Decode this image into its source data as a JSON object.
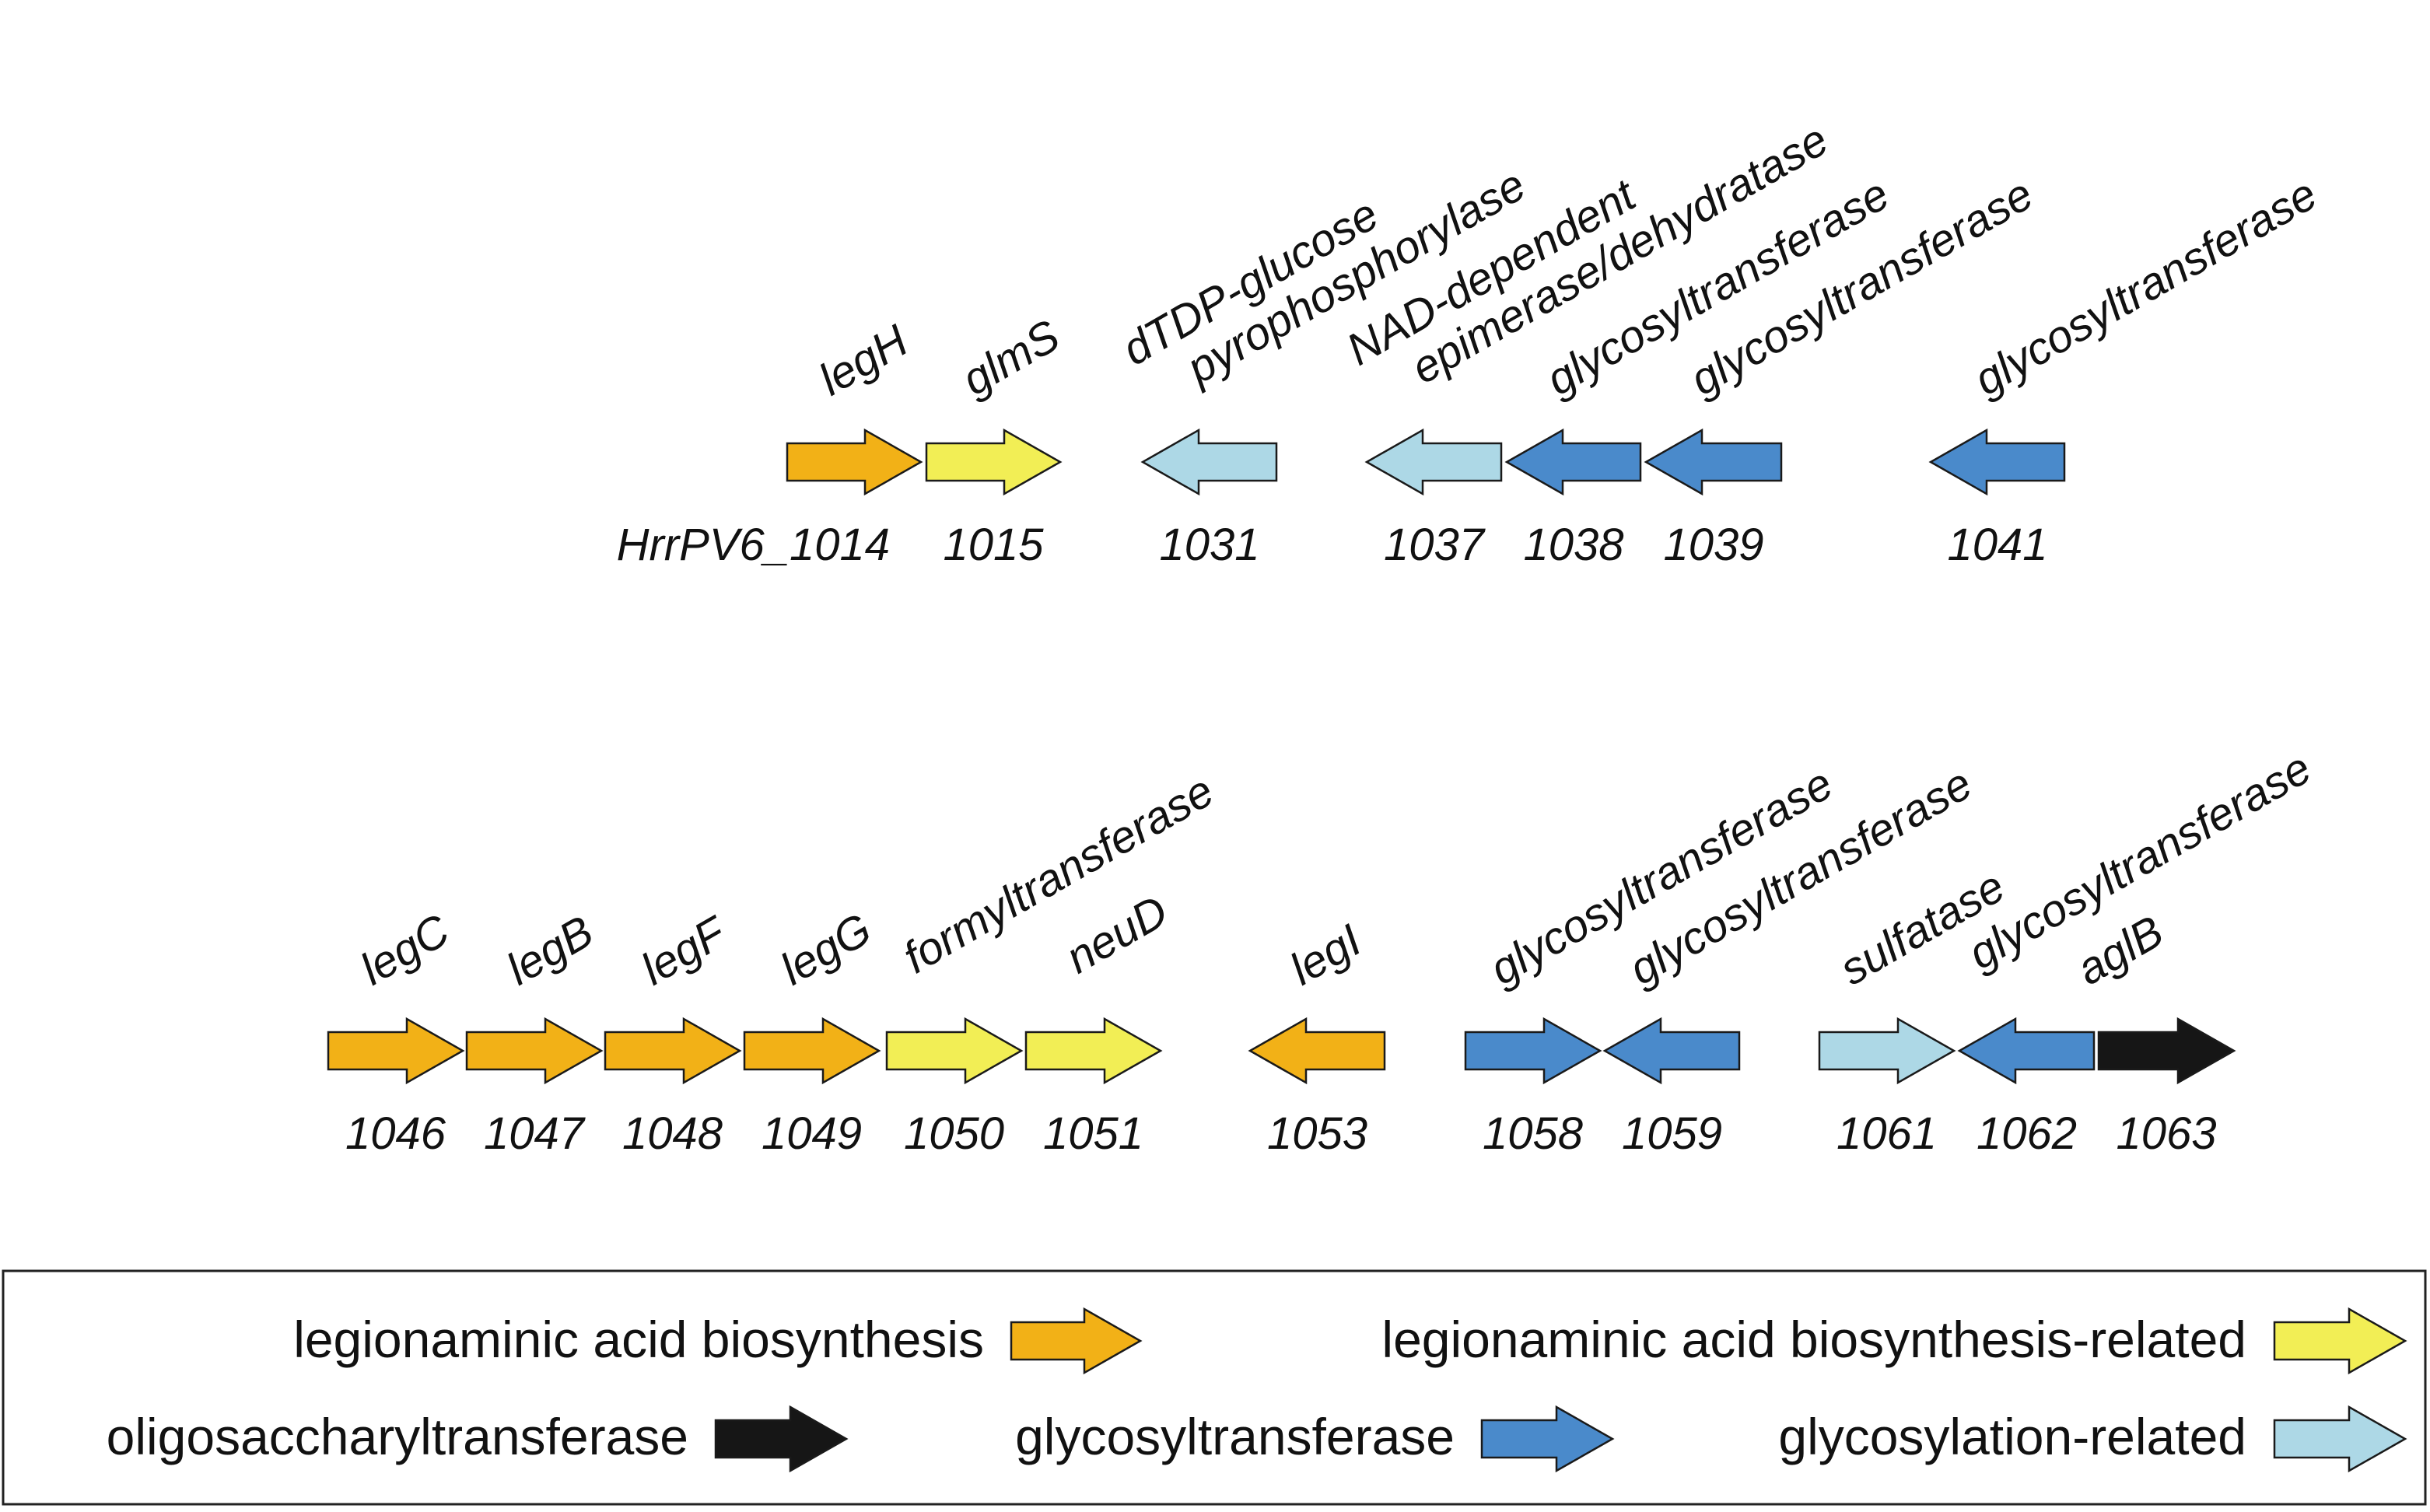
{
  "colors": {
    "legionaminic_acid_biosynthesis": "#F2B117",
    "legionaminic_acid_biosynthesis_related": "#F2EE55",
    "oligosaccharyltransferase": "#161616",
    "glycosyltransferase": "#4A8ACB",
    "glycosylation_related": "#ADD8E6"
  },
  "locus_prefix": "HrrPV6_",
  "genes": [
    {
      "id": "1014",
      "label": [
        "legH"
      ],
      "category": "legionaminic_acid_biosynthesis",
      "direction": "forward",
      "row": 1
    },
    {
      "id": "1015",
      "label": [
        "glmS"
      ],
      "category": "legionaminic_acid_biosynthesis_related",
      "direction": "forward",
      "row": 1
    },
    {
      "id": "1031",
      "label": [
        "dTDP-glucose",
        "pyrophosphorylase"
      ],
      "category": "glycosylation_related",
      "direction": "reverse",
      "row": 1
    },
    {
      "id": "1037",
      "label": [
        "NAD-dependent",
        "epimerase/dehydratase"
      ],
      "category": "glycosylation_related",
      "direction": "reverse",
      "row": 1
    },
    {
      "id": "1038",
      "label": [
        "glycosyltransferase"
      ],
      "category": "glycosyltransferase",
      "direction": "reverse",
      "row": 1
    },
    {
      "id": "1039",
      "label": [
        "glycosyltransferase"
      ],
      "category": "glycosyltransferase",
      "direction": "reverse",
      "row": 1
    },
    {
      "id": "1041",
      "label": [
        "glycosyltransferase"
      ],
      "category": "glycosyltransferase",
      "direction": "reverse",
      "row": 1
    },
    {
      "id": "1046",
      "label": [
        "legC"
      ],
      "category": "legionaminic_acid_biosynthesis",
      "direction": "forward",
      "row": 2
    },
    {
      "id": "1047",
      "label": [
        "legB"
      ],
      "category": "legionaminic_acid_biosynthesis",
      "direction": "forward",
      "row": 2
    },
    {
      "id": "1048",
      "label": [
        "legF"
      ],
      "category": "legionaminic_acid_biosynthesis",
      "direction": "forward",
      "row": 2
    },
    {
      "id": "1049",
      "label": [
        "legG"
      ],
      "category": "legionaminic_acid_biosynthesis",
      "direction": "forward",
      "row": 2
    },
    {
      "id": "1050",
      "label": [
        "formyltransferase"
      ],
      "category": "legionaminic_acid_biosynthesis_related",
      "direction": "forward",
      "row": 2
    },
    {
      "id": "1051",
      "label": [
        "neuD"
      ],
      "category": "legionaminic_acid_biosynthesis_related",
      "direction": "forward",
      "row": 2
    },
    {
      "id": "1053",
      "label": [
        "legI"
      ],
      "category": "legionaminic_acid_biosynthesis",
      "direction": "reverse",
      "row": 2
    },
    {
      "id": "1058",
      "label": [
        "glycosyltransferase"
      ],
      "category": "glycosyltransferase",
      "direction": "forward",
      "row": 2
    },
    {
      "id": "1059",
      "label": [
        "glycosyltransferase"
      ],
      "category": "glycosyltransferase",
      "direction": "reverse",
      "row": 2
    },
    {
      "id": "1061",
      "label": [
        "sulfatase"
      ],
      "category": "glycosylation_related",
      "direction": "forward",
      "row": 2
    },
    {
      "id": "1062",
      "label": [
        "glycosyltransferase"
      ],
      "category": "glycosyltransferase",
      "direction": "reverse",
      "row": 2
    },
    {
      "id": "1063",
      "label": [
        "aglB"
      ],
      "category": "oligosaccharyltransferase",
      "direction": "forward",
      "row": 2
    }
  ],
  "legend": [
    {
      "key": "legionaminic_acid_biosynthesis",
      "text": "legionaminic acid biosynthesis"
    },
    {
      "key": "legionaminic_acid_biosynthesis_related",
      "text": "legionaminic acid biosynthesis-related"
    },
    {
      "key": "oligosaccharyltransferase",
      "text": "oligosaccharyltransferase"
    },
    {
      "key": "glycosyltransferase",
      "text": "glycosyltransferase"
    },
    {
      "key": "glycosylation_related",
      "text": "glycosylation-related"
    }
  ]
}
